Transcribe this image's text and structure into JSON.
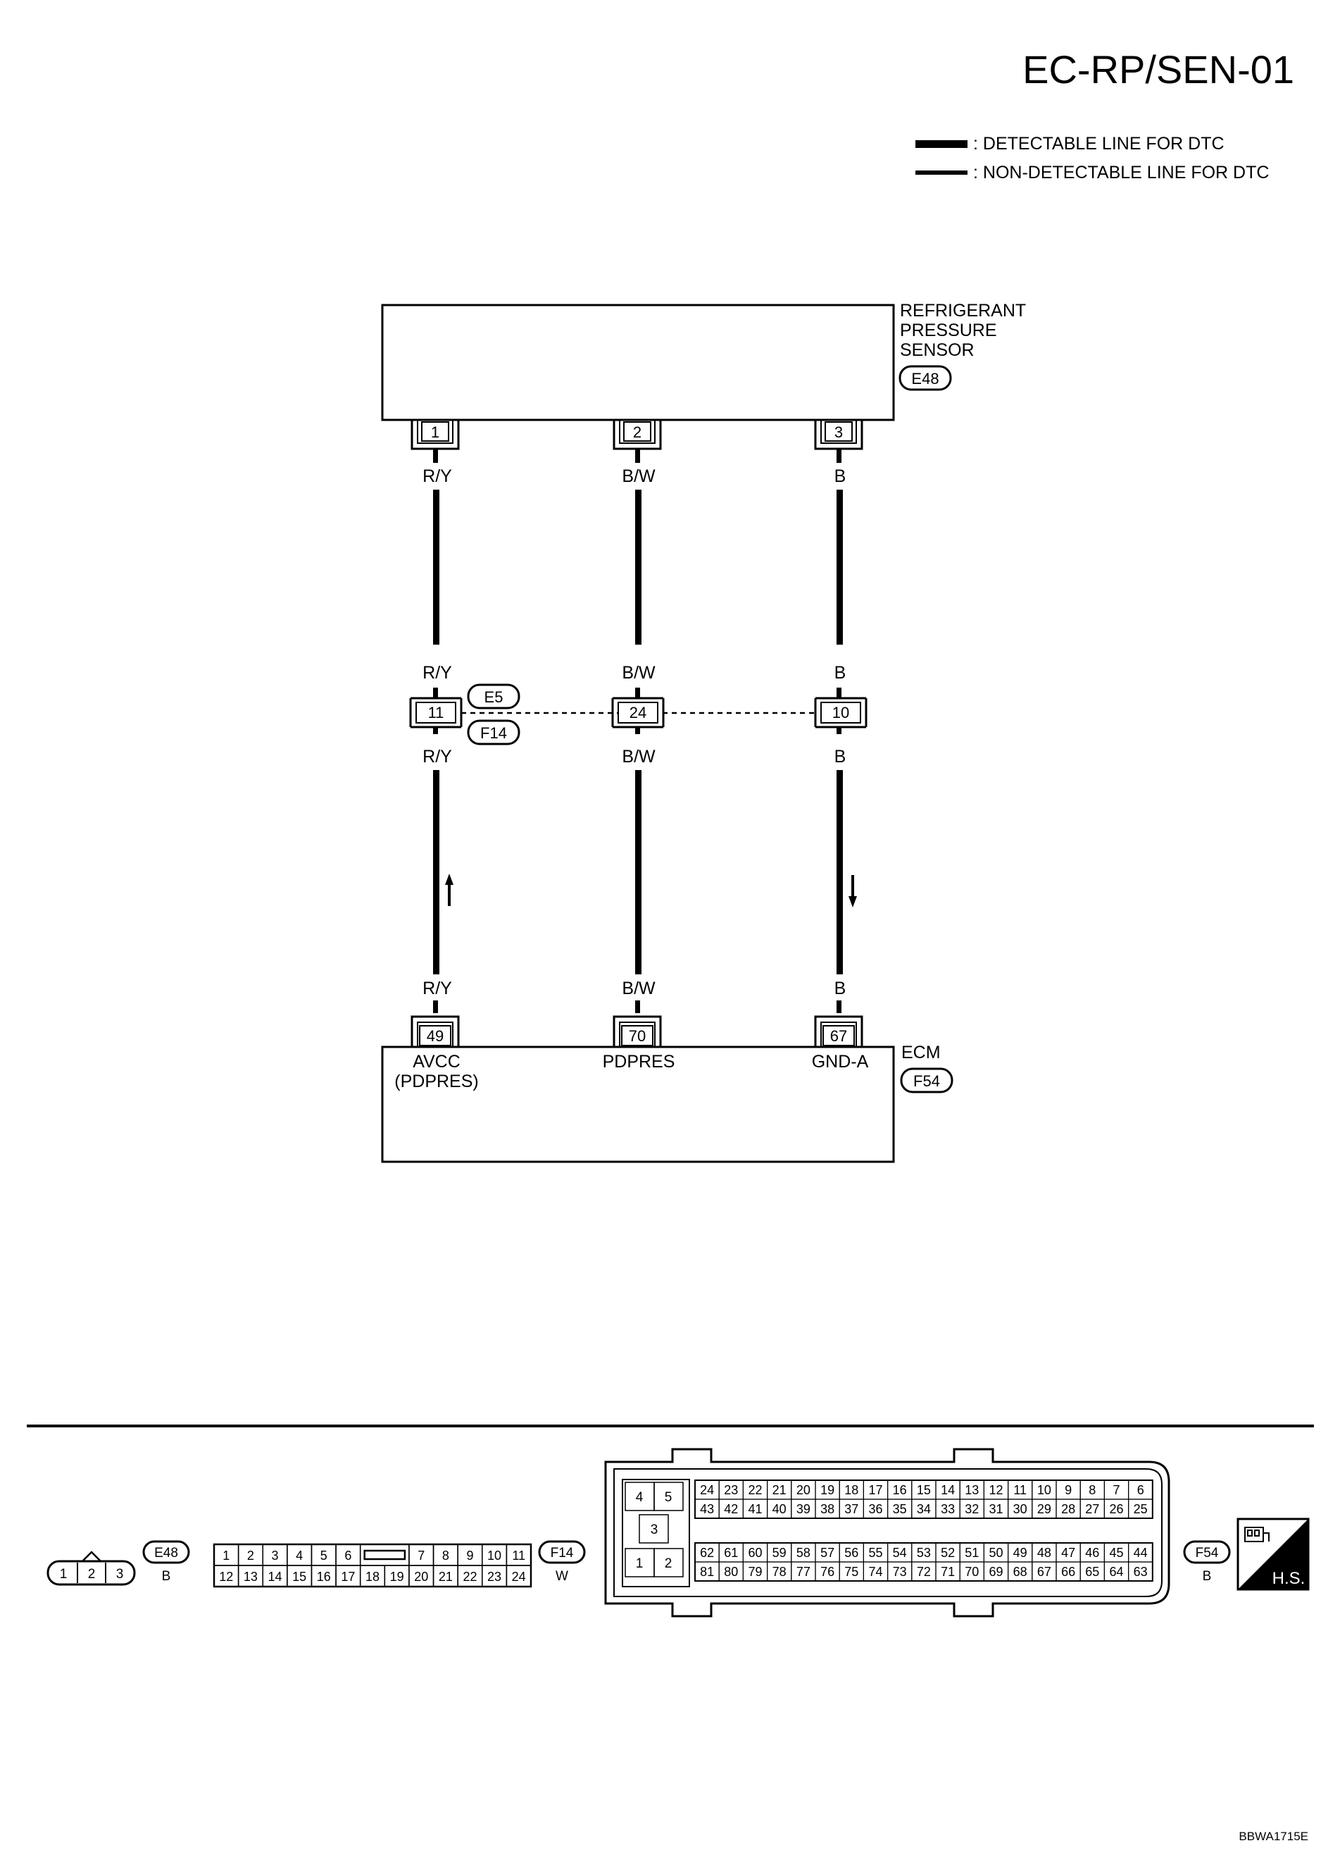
{
  "page_code": "EC-RP/SEN-01",
  "legend": {
    "detectable": ": DETECTABLE LINE FOR DTC",
    "non_detectable": ": NON-DETECTABLE LINE FOR DTC"
  },
  "sensor": {
    "name_lines": [
      "REFRIGERANT",
      "PRESSURE",
      "SENSOR"
    ],
    "connector": "E48",
    "pins": [
      "1",
      "2",
      "3"
    ]
  },
  "wires": [
    {
      "top_color": "R/Y",
      "junction_pin": "11",
      "ecm_pin": "49",
      "ecm_label_lines": [
        "AVCC",
        "(PDPRES)"
      ],
      "arrow": "up"
    },
    {
      "top_color": "B/W",
      "junction_pin": "24",
      "ecm_pin": "70",
      "ecm_label_lines": [
        "PDPRES"
      ],
      "arrow": "none"
    },
    {
      "top_color": "B",
      "junction_pin": "10",
      "ecm_pin": "67",
      "ecm_label_lines": [
        "GND-A"
      ],
      "arrow": "down"
    }
  ],
  "junction": {
    "connector_top": "E5",
    "connector_bottom": "F14"
  },
  "ecm": {
    "name": "ECM",
    "connector": "F54"
  },
  "connector_views": {
    "e48": {
      "id": "E48",
      "color": "B",
      "pins": [
        "1",
        "2",
        "3"
      ]
    },
    "f14": {
      "id": "F14",
      "color": "W",
      "row1": [
        "1",
        "2",
        "3",
        "4",
        "5",
        "6",
        "",
        "7",
        "8",
        "9",
        "10",
        "11"
      ],
      "row2": [
        "12",
        "13",
        "14",
        "15",
        "16",
        "17",
        "18",
        "19",
        "20",
        "21",
        "22",
        "23",
        "24"
      ]
    },
    "f54": {
      "id": "F54",
      "color": "B",
      "left_top": [
        "4",
        "5"
      ],
      "left_mid": "3",
      "left_bottom": [
        "1",
        "2"
      ],
      "row1": [
        "24",
        "23",
        "22",
        "21",
        "20",
        "19",
        "18",
        "17",
        "16",
        "15",
        "14",
        "13",
        "12",
        "11",
        "10",
        "9",
        "8",
        "7",
        "6"
      ],
      "row2": [
        "43",
        "42",
        "41",
        "40",
        "39",
        "38",
        "37",
        "36",
        "35",
        "34",
        "33",
        "32",
        "31",
        "30",
        "29",
        "28",
        "27",
        "26",
        "25"
      ],
      "row3": [
        "62",
        "61",
        "60",
        "59",
        "58",
        "57",
        "56",
        "55",
        "54",
        "53",
        "52",
        "51",
        "50",
        "49",
        "48",
        "47",
        "46",
        "45",
        "44"
      ],
      "row4": [
        "81",
        "80",
        "79",
        "78",
        "77",
        "76",
        "75",
        "74",
        "73",
        "72",
        "71",
        "70",
        "69",
        "68",
        "67",
        "66",
        "65",
        "64",
        "63"
      ]
    }
  },
  "hs_label": "H.S.",
  "figure_code": "BBWA1715E"
}
